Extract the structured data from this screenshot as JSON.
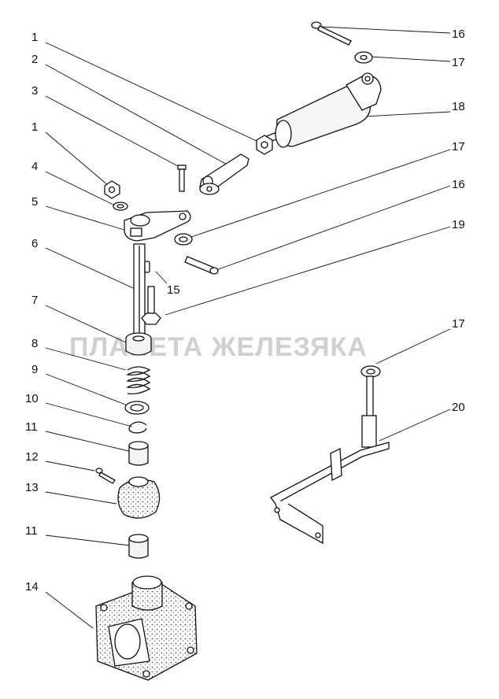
{
  "diagram": {
    "watermark": "ПЛАНЕТА ЖЕЛЕЗЯКА",
    "callouts": [
      "1",
      "2",
      "3",
      "1",
      "4",
      "5",
      "6",
      "15",
      "7",
      "8",
      "9",
      "10",
      "11",
      "12",
      "13",
      "11",
      "14",
      "16",
      "17",
      "18",
      "17",
      "16",
      "19",
      "17",
      "20"
    ]
  }
}
